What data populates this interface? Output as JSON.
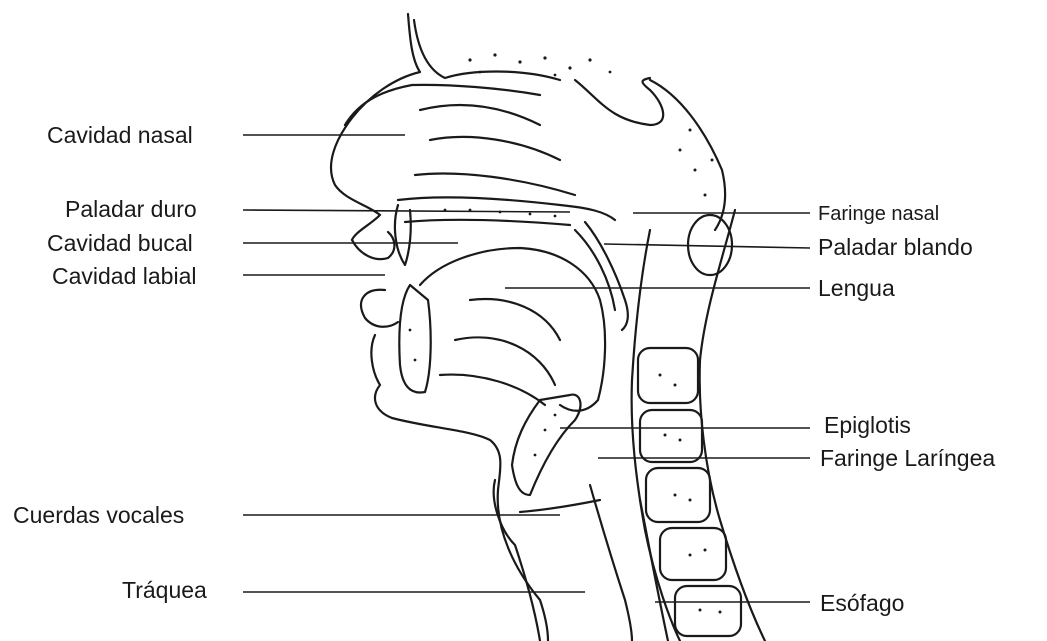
{
  "labels": {
    "cavidad_nasal": "Cavidad nasal",
    "paladar_duro": "Paladar duro",
    "cavidad_bucal": "Cavidad bucal",
    "cavidad_labial": "Cavidad labial",
    "cuerdas_vocales": "Cuerdas vocales",
    "traquea": "Tráquea",
    "faringe_nasal": "Faringe nasal",
    "paladar_blando": "Paladar blando",
    "lengua": "Lengua",
    "epiglotis": "Epiglotis",
    "faringe_laringea": "Faringe Laríngea",
    "esofago": "Esófago"
  },
  "colors": {
    "ink": "#1a1a1a",
    "background": "#ffffff"
  }
}
